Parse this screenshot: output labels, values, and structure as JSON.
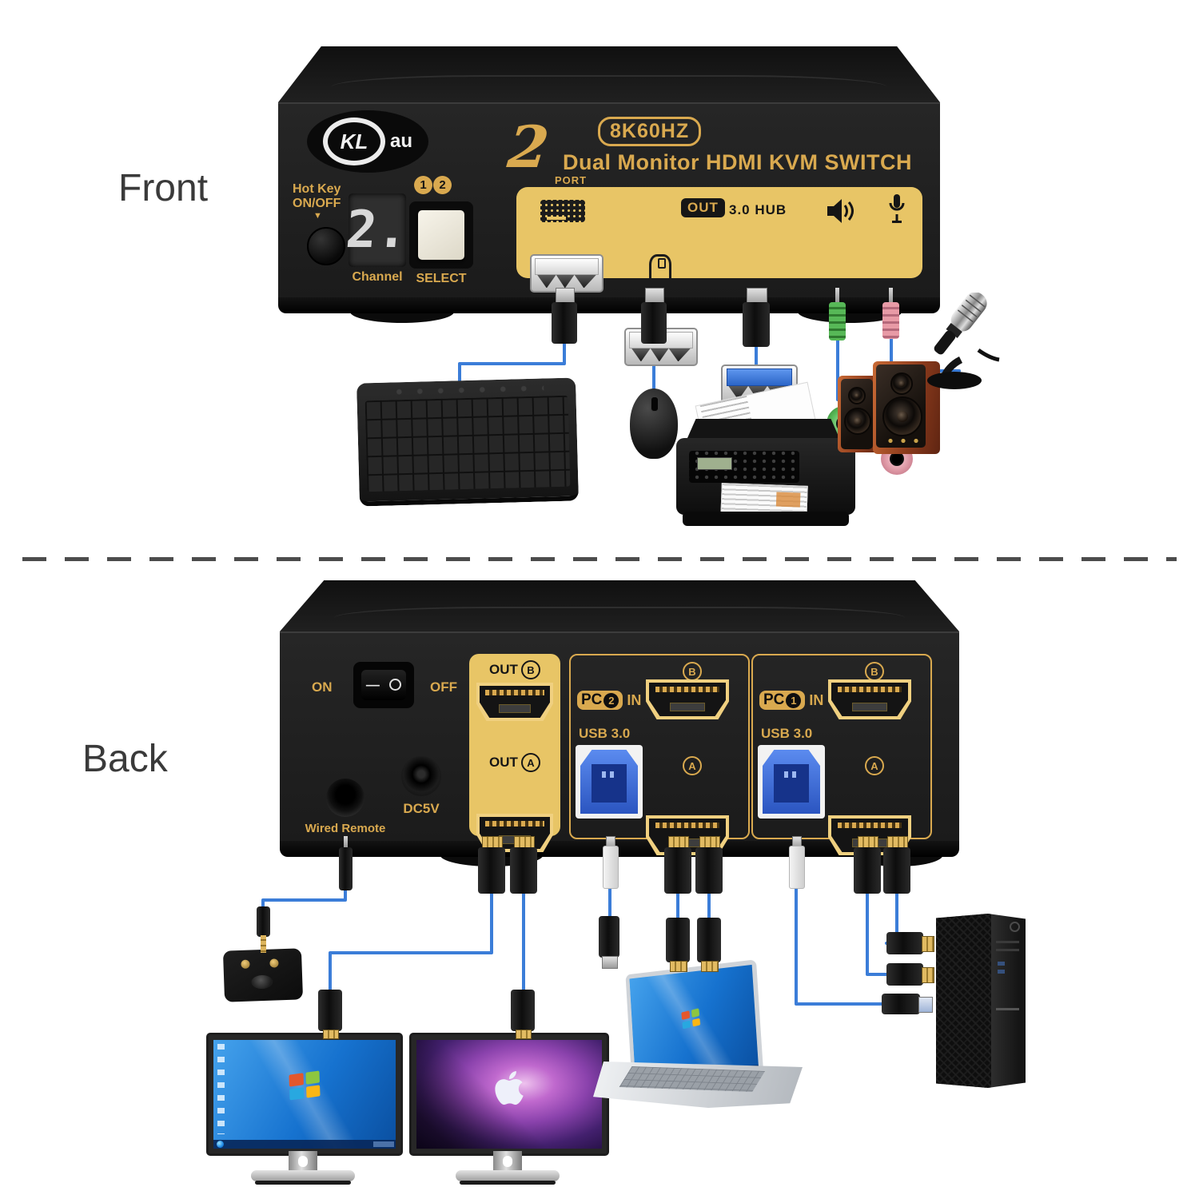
{
  "section_labels": {
    "front": "Front",
    "back": "Back"
  },
  "front_panel": {
    "brand": {
      "kl": "KL",
      "au": "au"
    },
    "resolution_badge": "8K60HZ",
    "port_number": "2",
    "port_word": "PORT",
    "title": "Dual Monitor HDMI KVM SWITCH",
    "hotkey": {
      "line1": "Hot Key",
      "line2": "ON/OFF",
      "arrow": "▼"
    },
    "channel": {
      "value": "2.",
      "label": "Channel"
    },
    "select": {
      "num1": "1",
      "num2": "2",
      "label": "SELECT"
    },
    "ports": {
      "out_badge": "OUT",
      "hub": "3.0 HUB"
    }
  },
  "back_panel": {
    "power": {
      "on": "ON",
      "off": "OFF",
      "dash": "—",
      "circle": ""
    },
    "out": {
      "word": "OUT",
      "b": "B",
      "a": "A"
    },
    "pc2": {
      "name": "PC",
      "number": "2",
      "in_word": "IN",
      "usb": "USB 3.0",
      "port_b": "B",
      "port_a": "A"
    },
    "pc1": {
      "name": "PC",
      "number": "1",
      "in_word": "IN",
      "usb": "USB 3.0",
      "port_b": "B",
      "port_a": "A"
    },
    "wired_remote": "Wired Remote",
    "power_jack": "DC5V"
  },
  "icons": {
    "keyboard": "keyboard-icon",
    "mouse": "mouse-icon",
    "speaker": "speaker-icon",
    "microphone": "microphone-icon"
  },
  "colors": {
    "gold": "#D9A94F",
    "panel_yellow": "#E8C566",
    "cable_blue": "#3B7DD8",
    "usb3_blue": "#2B65C8",
    "audio_green": "#57B857",
    "mic_pink": "#DC95A2",
    "chassis": "#1E1E1E"
  }
}
